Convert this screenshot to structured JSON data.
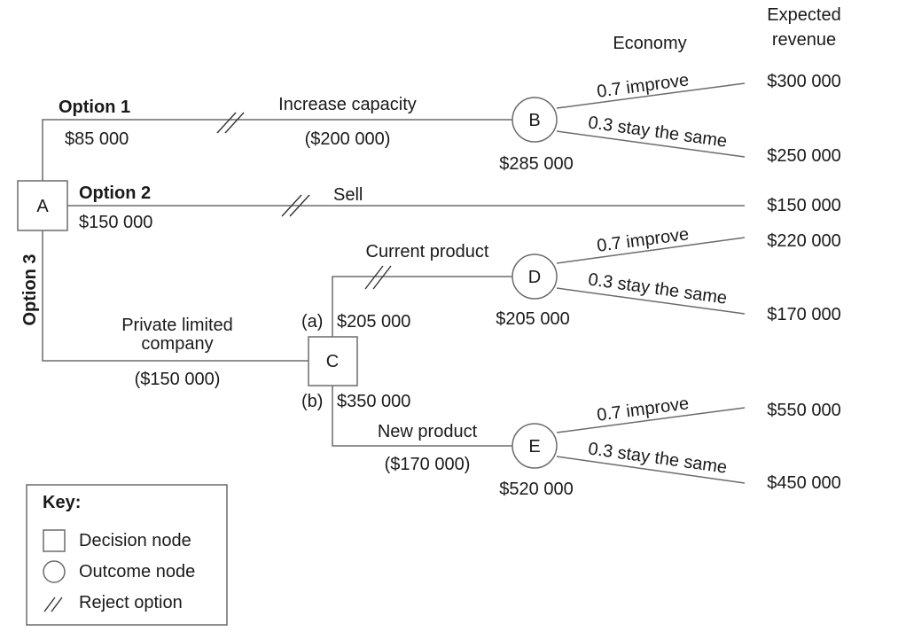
{
  "header": {
    "economy": "Economy",
    "expected_revenue_line1": "Expected",
    "expected_revenue_line2": "revenue"
  },
  "nodes": {
    "a": "A",
    "b": "B",
    "c": "C",
    "d": "D",
    "e": "E"
  },
  "option1": {
    "label": "Option 1",
    "value": "$85 000",
    "action": "Increase capacity",
    "cost": "($200 000)",
    "node_value": "$285 000",
    "improve": "0.7 improve",
    "same": "0.3 stay the same",
    "revenue_improve": "$300 000",
    "revenue_same": "$250 000"
  },
  "option2": {
    "label": "Option 2",
    "value": "$150 000",
    "action": "Sell",
    "revenue": "$150 000"
  },
  "option3": {
    "label": "Option 3",
    "action_line1": "Private limited",
    "action_line2": "company",
    "cost": "($150 000)",
    "branch_a": {
      "tag": "(a)",
      "value": "$205 000",
      "action": "Current product",
      "node_value": "$205 000",
      "improve": "0.7 improve",
      "same": "0.3 stay the same",
      "revenue_improve": "$220 000",
      "revenue_same": "$170 000"
    },
    "branch_b": {
      "tag": "(b)",
      "value": "$350 000",
      "action": "New product",
      "cost": "($170 000)",
      "node_value": "$520 000",
      "improve": "0.7 improve",
      "same": "0.3 stay the same",
      "revenue_improve": "$550 000",
      "revenue_same": "$450 000"
    }
  },
  "key": {
    "title": "Key:",
    "decision": "Decision node",
    "outcome": "Outcome node",
    "reject": "Reject option"
  }
}
